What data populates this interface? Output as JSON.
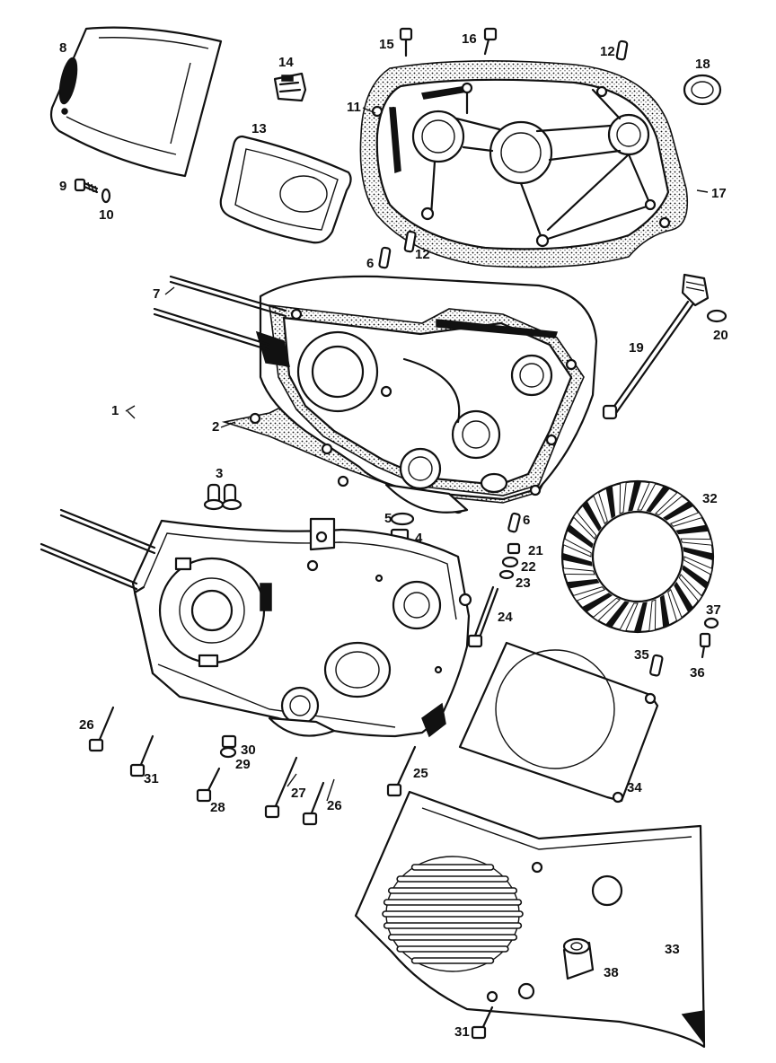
{
  "labels": {
    "l1": "1",
    "l2": "2",
    "l3": "3",
    "l4": "4",
    "l5": "5",
    "l6a": "6",
    "l6b": "6",
    "l7": "7",
    "l8": "8",
    "l9": "9",
    "l10": "10",
    "l11": "11",
    "l12a": "12",
    "l12b": "12",
    "l13": "13",
    "l14": "14",
    "l15": "15",
    "l16": "16",
    "l17": "17",
    "l18": "18",
    "l19": "19",
    "l20": "20",
    "l21": "21",
    "l22": "22",
    "l23": "23",
    "l24": "24",
    "l25": "25",
    "l26a": "26",
    "l26b": "26",
    "l27": "27",
    "l28": "28",
    "l29": "29",
    "l30": "30",
    "l31a": "31",
    "l31b": "31",
    "l32": "32",
    "l33": "33",
    "l34": "34",
    "l35": "35",
    "l36": "36",
    "l37": "37",
    "l38": "38"
  }
}
